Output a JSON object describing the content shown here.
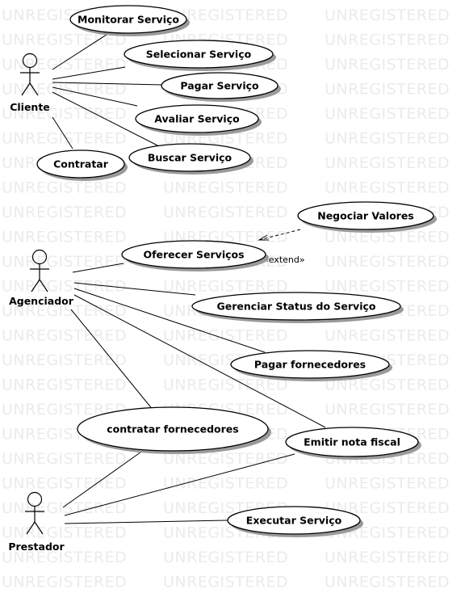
{
  "watermark": {
    "text": "UNREGISTERED"
  },
  "actors": {
    "cliente": {
      "label": "Cliente"
    },
    "agenciador": {
      "label": "Agenciador"
    },
    "prestador": {
      "label": "Prestador"
    }
  },
  "use_cases": {
    "monitorar": "Monitorar Serviço",
    "selecionar": "Selecionar Serviço",
    "pagar": "Pagar Serviço",
    "avaliar": "Avaliar Serviço",
    "buscar": "Buscar Serviço",
    "contratar": "Contratar",
    "negociar": "Negociar Valores",
    "oferecer": "Oferecer Serviços",
    "gerenciar": "Gerenciar Status do Serviço",
    "pagar_fornecedores": "Pagar fornecedores",
    "contratar_fornecedores": "contratar fornecedores",
    "emitir": "Emitir nota fiscal",
    "executar": "Executar Serviço"
  },
  "relationships": {
    "extend_label": "«extend»"
  }
}
